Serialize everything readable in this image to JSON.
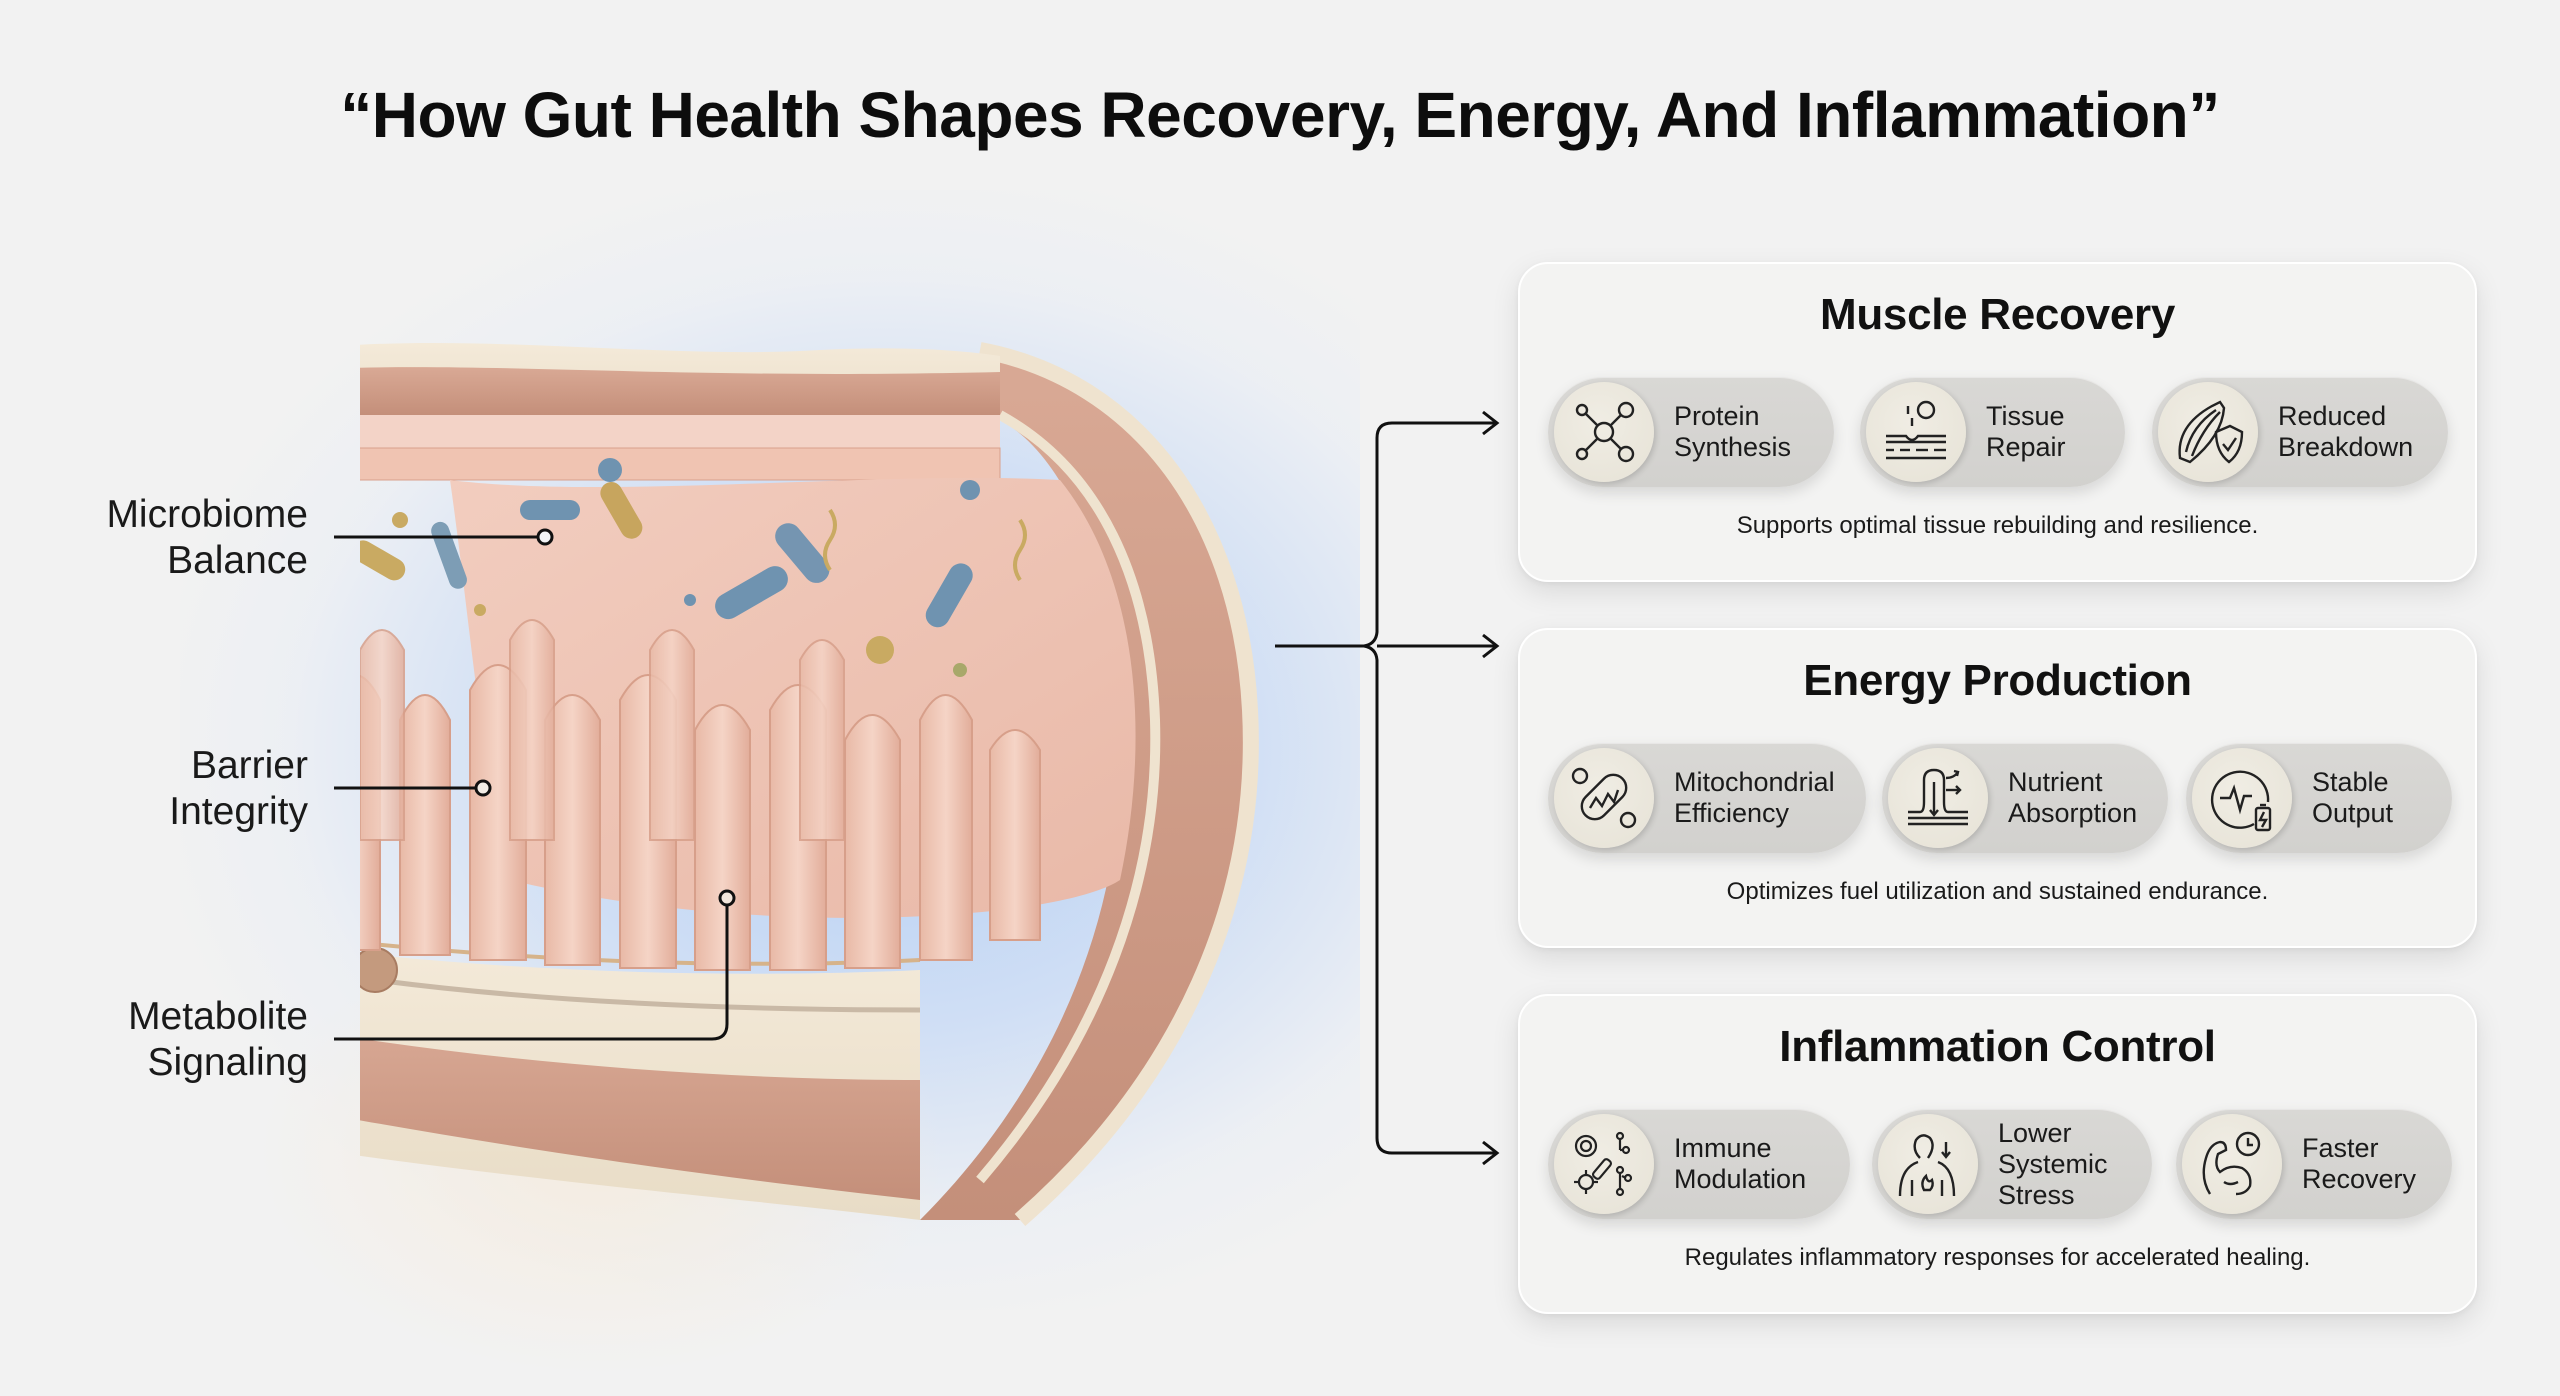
{
  "title": "“How Gut Health Shapes Recovery, Energy, And Inflammation”",
  "illustration": {
    "subject": "intestinal wall cross-section with villi and microbiome",
    "labels": [
      {
        "line1": "Microbiome",
        "line2": "Balance"
      },
      {
        "line1": "Barrier",
        "line2": "Integrity"
      },
      {
        "line1": "Metabolite",
        "line2": "Signaling"
      }
    ]
  },
  "colors": {
    "background": "#f2f2f2",
    "card_bg": "#f3f3f2",
    "pill_bg": "#d6d5d2",
    "pill_icon_bg": "#e9e6dc",
    "text": "#111111",
    "glow": "#b0ccf3"
  },
  "cards": [
    {
      "title": "Muscle Recovery",
      "items": [
        {
          "icon": "molecule-icon",
          "line1": "Protein",
          "line2": "Synthesis"
        },
        {
          "icon": "tissue-repair-icon",
          "line1": "Tissue",
          "line2": "Repair"
        },
        {
          "icon": "muscle-shield-icon",
          "line1": "Reduced",
          "line2": "Breakdown"
        }
      ],
      "description": "Supports optimal tissue rebuilding and resilience."
    },
    {
      "title": "Energy Production",
      "items": [
        {
          "icon": "mitochondria-icon",
          "line1": "Mitochondrial",
          "line2": "Efficiency"
        },
        {
          "icon": "villus-absorption-icon",
          "line1": "Nutrient",
          "line2": "Absorption"
        },
        {
          "icon": "gauge-battery-icon",
          "line1": "Stable",
          "line2": "Output"
        }
      ],
      "description": "Optimizes fuel utilization and sustained endurance."
    },
    {
      "title": "Inflammation Control",
      "items": [
        {
          "icon": "immune-cells-icon",
          "line1": "Immune",
          "line2": "Modulation"
        },
        {
          "icon": "body-stress-icon",
          "line1": "Lower",
          "line2": "Systemic",
          "line3": "Stress"
        },
        {
          "icon": "flexed-arm-clock-icon",
          "line1": "Faster",
          "line2": "Recovery"
        }
      ],
      "description": "Regulates inflammatory responses for accelerated healing."
    }
  ]
}
